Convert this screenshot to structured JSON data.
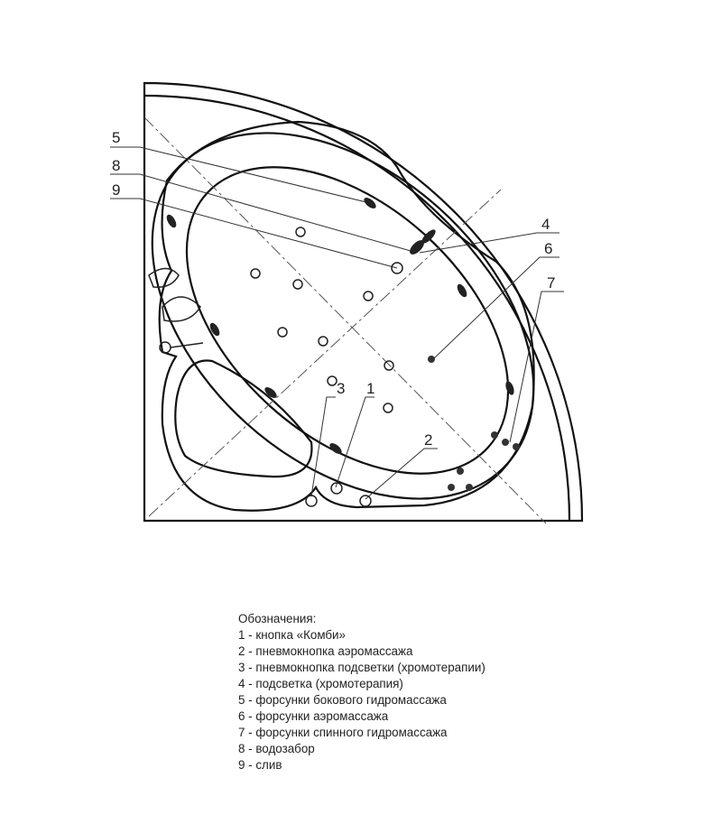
{
  "diagram": {
    "callouts": [
      "1",
      "2",
      "3",
      "4",
      "5",
      "6",
      "7",
      "8",
      "9"
    ]
  },
  "legend": {
    "title": "Обозначения:",
    "items": [
      "1 - кнопка «Комби»",
      "2 - пневмокнопка аэромассажа",
      "3 - пневмокнопка подсветки (хромотерапии)",
      "4 - подсветка (хромотерапия)",
      "5 - форсунки бокового гидромассажа",
      "6 - форсунки аэромассажа",
      "7 - форсунки спинного гидромассажа",
      "8 - водозабор",
      "9 - слив"
    ]
  }
}
